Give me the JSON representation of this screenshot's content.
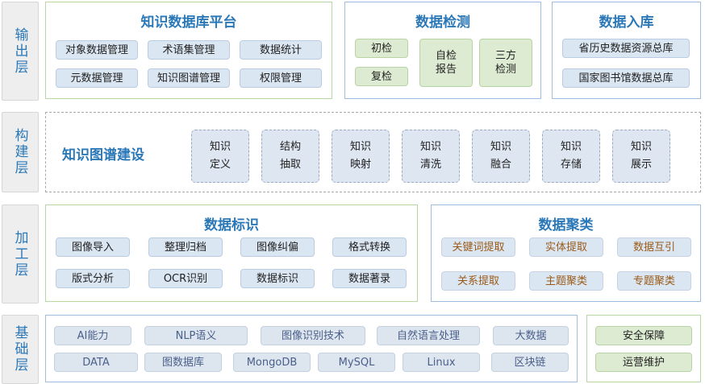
{
  "layers": {
    "output": "输出层",
    "build": "构建层",
    "process": "加工层",
    "base": "基础层"
  },
  "output": {
    "kb_platform": {
      "title": "知识数据库平台",
      "items": [
        "对象数据管理",
        "术语集管理",
        "数据统计",
        "元数据管理",
        "知识图谱管理",
        "权限管理"
      ]
    },
    "inspection": {
      "title": "数据检测",
      "items": [
        "初检",
        "复检",
        "自检\n报告",
        "三方\n检测"
      ]
    },
    "ingest": {
      "title": "数据入库",
      "items": [
        "省历史数据资源总库",
        "国家图书馆数据总库"
      ]
    }
  },
  "build": {
    "title": "知识图谱建设",
    "items": [
      "知识\n定义",
      "结构\n抽取",
      "知识\n映射",
      "知识\n清洗",
      "知识\n融合",
      "知识\n存储",
      "知识\n展示"
    ]
  },
  "process": {
    "labeling": {
      "title": "数据标识",
      "items": [
        "图像导入",
        "整理归档",
        "图像纠偏",
        "格式转换",
        "版式分析",
        "OCR识别",
        "数据标识",
        "数据著录"
      ]
    },
    "clustering": {
      "title": "数据聚类",
      "items": [
        "关键词提取",
        "实体提取",
        "数据互引",
        "关系提取",
        "主题聚类",
        "专题聚类"
      ]
    }
  },
  "base": {
    "tech": {
      "row1": [
        "AI能力",
        "NLP语义",
        "图像识别技术",
        "自然语言处理",
        "大数据"
      ],
      "row2": [
        "DATA",
        "图数据库",
        "MongoDB",
        "MySQL",
        "Linux",
        "区块链"
      ]
    },
    "ops": {
      "items": [
        "安全保障",
        "运营维护"
      ]
    }
  }
}
